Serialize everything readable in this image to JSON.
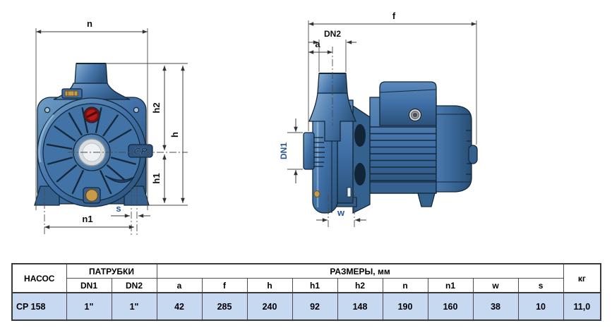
{
  "drawing": {
    "front_view": {
      "dims": {
        "n": "n",
        "h2": "h2",
        "h": "h",
        "h1": "h1",
        "s": "s",
        "n1": "n1"
      },
      "logo": "CP"
    },
    "side_view": {
      "dims": {
        "f": "f",
        "dn2": "DN2",
        "a": "a",
        "dn1": "DN1",
        "w": "w"
      }
    },
    "colors": {
      "pump_blue": "#3f6fa6",
      "pump_blue_dark": "#2a5178",
      "pump_blue_light": "#84abce",
      "outline": "#152839",
      "red_plug": "#aa1d1d",
      "brass_plug": "#c79b4e",
      "dim_line": "#3c3c3c",
      "dim_label_black": "#101010",
      "dim_label_navy": "#2b579a"
    }
  },
  "table": {
    "headers": {
      "pump": "НАСОС",
      "ports": "ПАТРУБКИ",
      "sizes": "РАЗМЕРЫ, мм",
      "weight": "кг"
    },
    "sub_headers": [
      "DN1",
      "DN2",
      "a",
      "f",
      "h",
      "h1",
      "h2",
      "n",
      "n1",
      "w",
      "s"
    ],
    "row": [
      "CP 158",
      "1\"",
      "1\"",
      "42",
      "285",
      "240",
      "92",
      "148",
      "190",
      "160",
      "38",
      "10",
      "11,0"
    ],
    "row_bg": "#c6d9f1"
  }
}
